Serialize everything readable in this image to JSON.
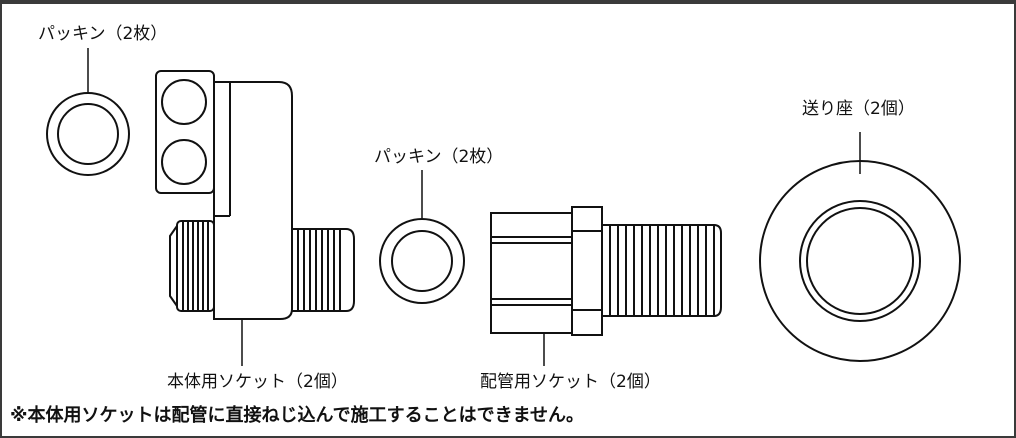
{
  "labels": {
    "packing_left": "パッキン（2枚）",
    "packing_center": "パッキン（2枚）",
    "seat": "送り座（2個）",
    "body_socket": "本体用ソケット（2個）",
    "pipe_socket": "配管用ソケット（2個）"
  },
  "note": "※本体用ソケットは配管に直接ねじ込んで施工することはできません。"
}
